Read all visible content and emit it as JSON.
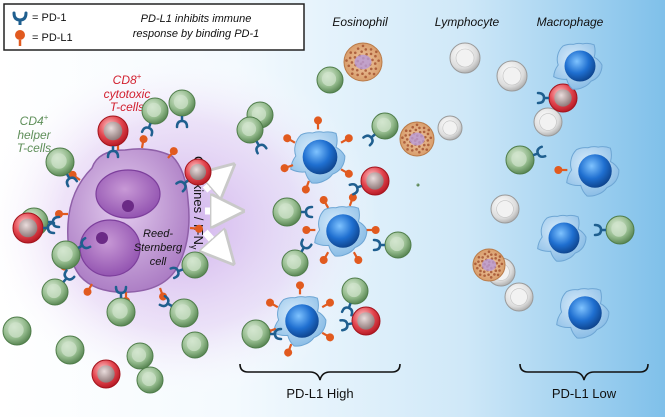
{
  "legend": {
    "pd1_label": "= PD-1",
    "pdl1_label": "= PD-L1",
    "note_line1": "PD-L1 inhibits immune",
    "note_line2": "response by binding PD-1"
  },
  "labels": {
    "cd8_line1": "CD8",
    "cd8_sup": "+",
    "cd8_line2": "cytotoxic",
    "cd8_line3": "T-cells",
    "cd4_line1": "CD4",
    "cd4_sup": "+",
    "cd4_line2": "helper",
    "cd4_line3": "T-cells",
    "rs_line1": "Reed-",
    "rs_line2": "Sternberg",
    "rs_line3": "cell",
    "cytokines": "Cytokines / IFN",
    "gamma": "γ",
    "eosinophil": "Eosinophil",
    "lymphocyte": "Lymphocyte",
    "macrophage": "Macrophage",
    "pdl1_high": "PD-L1 High",
    "pdl1_low": "PD-L1 Low"
  },
  "colors": {
    "cd4_green": "#5f8f5a",
    "cd8_red": "#d2202f",
    "pd1_blue": "#1f5f8f",
    "pdl1_orange": "#e15a1f",
    "macrophage_blue": "#1f6fd0",
    "rs_purple": "#b486c8",
    "gradient_blue": "#8ec9ef"
  }
}
